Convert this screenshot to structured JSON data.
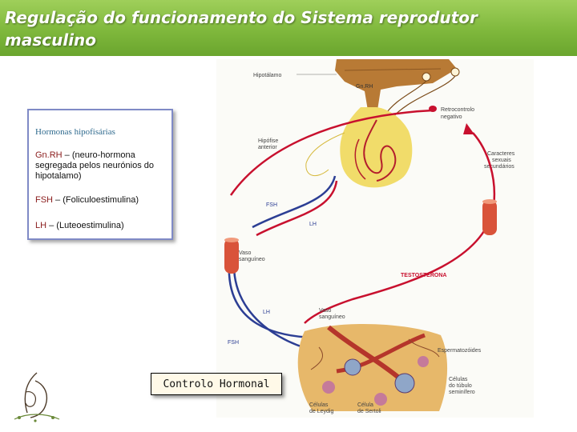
{
  "header": {
    "title": "Regulação do funcionamento do Sistema reprodutor masculino"
  },
  "legend": {
    "title": "Hormonas hipofisárias",
    "gnrh_abbr": "Gn.RH",
    "gnrh_desc": " – (neuro-hormona segregada pelos neurónios do hipotalamo)",
    "fsh_abbr": "FSH",
    "fsh_desc": " – (Foliculoestimulina)",
    "lh_abbr": "LH",
    "lh_desc": " – (Luteoestimulina)"
  },
  "diagram": {
    "hipotalamo": "Hipotálamo",
    "gnrh": "Gn.RH",
    "retrocontrolo_1": "Retrocontrolo",
    "retrocontrolo_2": "negativo",
    "hipofise_1": "Hipófise",
    "hipofise_2": "anterior",
    "caracteres_1": "Caracteres",
    "caracteres_2": "sexuais",
    "caracteres_3": "secundários",
    "fsh_top": "FSH",
    "lh_top": "LH",
    "vaso_1": "Vaso",
    "vaso_2": "sanguíneo",
    "testosterona": "TESTOSTERONA",
    "lh_bottom": "LH",
    "fsh_bottom": "FSH",
    "vaso2_1": "Vaso",
    "vaso2_2": "sanguíneo",
    "espermatozoides": "Espermatozóides",
    "celulas_tubulo_1": "Células",
    "celulas_tubulo_2": "do túbulo",
    "celulas_tubulo_3": "seminífero",
    "leydig_1": "Células",
    "leydig_2": "de Leydig",
    "sertoli_1": "Célula",
    "sertoli_2": "de Sertoli"
  },
  "controlo_label": "Controlo Hormonal",
  "colors": {
    "title_bar": "#7fb83c",
    "hypothalamus": "#b87a35",
    "pituitary": "#f1dc6a",
    "testosterone_arrow": "#c8102e",
    "fsh_lh_arrow": "#2c3e94"
  }
}
